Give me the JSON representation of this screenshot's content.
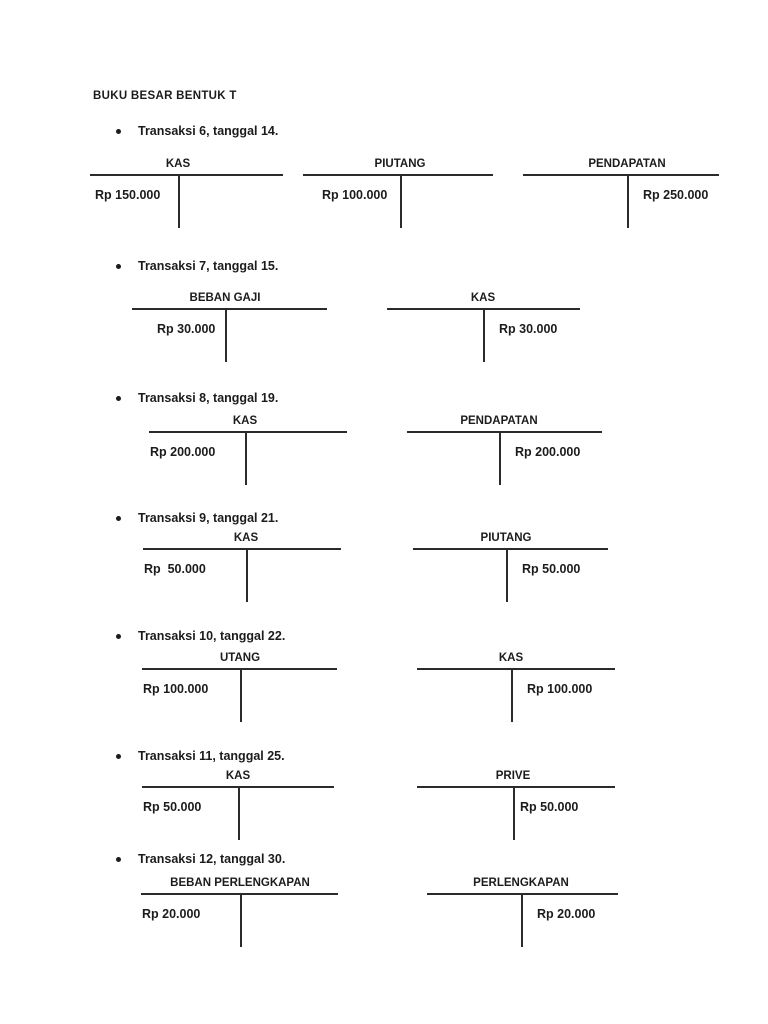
{
  "page": {
    "title": "BUKU BESAR BENTUK T"
  },
  "colors": {
    "ink": "#1c1c1c",
    "page_background": "#ffffff"
  },
  "transactions": [
    {
      "label": "Transaksi 6, tanggal 14.",
      "accounts": [
        {
          "name": "KAS",
          "debit": "Rp 150.000",
          "credit": ""
        },
        {
          "name": "PIUTANG",
          "debit": "Rp 100.000",
          "credit": ""
        },
        {
          "name": "PENDAPATAN",
          "debit": "",
          "credit": "Rp 250.000"
        }
      ]
    },
    {
      "label": "Transaksi 7, tanggal 15.",
      "accounts": [
        {
          "name": "BEBAN GAJI",
          "debit": "Rp 30.000",
          "credit": ""
        },
        {
          "name": "KAS",
          "debit": "",
          "credit": "Rp 30.000"
        }
      ]
    },
    {
      "label": "Transaksi 8, tanggal 19.",
      "accounts": [
        {
          "name": "KAS",
          "debit": "Rp 200.000",
          "credit": ""
        },
        {
          "name": "PENDAPATAN",
          "debit": "",
          "credit": "Rp 200.000"
        }
      ]
    },
    {
      "label": "Transaksi 9, tanggal 21.",
      "accounts": [
        {
          "name": "KAS",
          "debit": "Rp  50.000",
          "credit": ""
        },
        {
          "name": "PIUTANG",
          "debit": "",
          "credit": "Rp 50.000"
        }
      ]
    },
    {
      "label": "Transaksi 10, tanggal 22.",
      "accounts": [
        {
          "name": "UTANG",
          "debit": "Rp 100.000",
          "credit": ""
        },
        {
          "name": "KAS",
          "debit": "",
          "credit": "Rp 100.000"
        }
      ]
    },
    {
      "label": "Transaksi 11, tanggal 25.",
      "accounts": [
        {
          "name": "KAS",
          "debit": "Rp 50.000",
          "credit": ""
        },
        {
          "name": "PRIVE",
          "debit": "",
          "credit": "Rp 50.000"
        }
      ]
    },
    {
      "label": "Transaksi 12, tanggal 30.",
      "accounts": [
        {
          "name": "BEBAN PERLENGKAPAN",
          "debit": "Rp 20.000",
          "credit": ""
        },
        {
          "name": "PERLENGKAPAN",
          "debit": "",
          "credit": "Rp 20.000"
        }
      ]
    }
  ]
}
